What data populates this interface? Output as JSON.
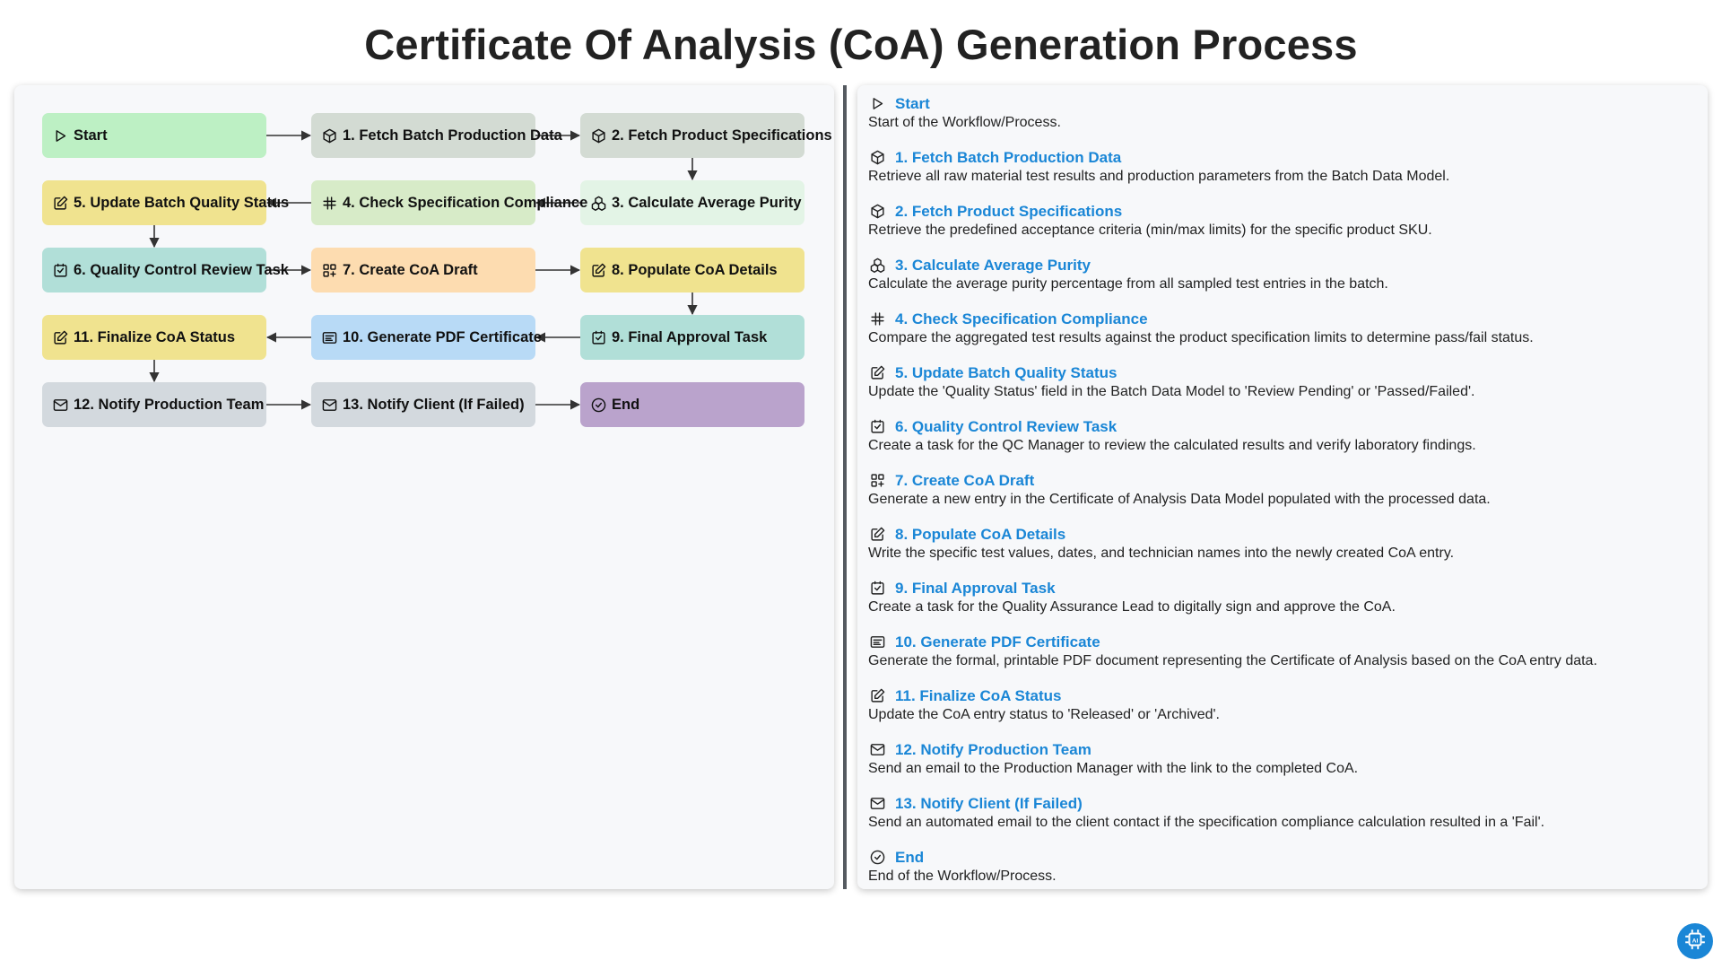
{
  "title": "Certificate Of Analysis (CoA) Generation Process",
  "colors": {
    "green": "#bdf0c4",
    "sage": "#d3dbd3",
    "mint": "#e3f4e6",
    "yellow": "#f0e38f",
    "teal": "#b1dfd8",
    "peach": "#fddcb0",
    "blue": "#b8daf6",
    "gray": "#d3d9de",
    "purple": "#baa3cc",
    "link": "#1a86d6"
  },
  "nodes": [
    {
      "label": "Start",
      "icon": "play-icon",
      "color": "#bdf0c4"
    },
    {
      "label": "1. Fetch Batch Production Data",
      "icon": "cube-icon",
      "color": "#d3dbd3"
    },
    {
      "label": "2. Fetch Product Specifications",
      "icon": "cube-icon",
      "color": "#d3dbd3"
    },
    {
      "label": "3. Calculate Average Purity",
      "icon": "cubes-icon",
      "color": "#e3f4e6"
    },
    {
      "label": "4. Check Specification Compliance",
      "icon": "hash-icon",
      "color": "#d7ebc8"
    },
    {
      "label": "5. Update Batch Quality Status",
      "icon": "edit-icon",
      "color": "#f0e38f"
    },
    {
      "label": "6. Quality Control Review Task",
      "icon": "checkbox-icon",
      "color": "#b1dfd8"
    },
    {
      "label": "7. Create CoA Draft",
      "icon": "grid-add-icon",
      "color": "#fddcb0"
    },
    {
      "label": "8. Populate CoA Details",
      "icon": "edit-icon",
      "color": "#f0e38f"
    },
    {
      "label": "9. Final Approval Task",
      "icon": "checkbox-icon",
      "color": "#b1dfd8"
    },
    {
      "label": "10. Generate PDF Certificate",
      "icon": "document-icon",
      "color": "#b8daf6"
    },
    {
      "label": "11. Finalize CoA Status",
      "icon": "edit-icon",
      "color": "#f0e38f"
    },
    {
      "label": "12. Notify Production Team",
      "icon": "mail-icon",
      "color": "#d3d9de"
    },
    {
      "label": "13. Notify Client (If Failed)",
      "icon": "mail-icon",
      "color": "#d3d9de"
    },
    {
      "label": "End",
      "icon": "check-circle-icon",
      "color": "#baa3cc"
    }
  ],
  "steps": [
    {
      "title": "Start",
      "icon": "play-icon",
      "desc": "Start of the Workflow/Process."
    },
    {
      "title": "1. Fetch Batch Production Data",
      "icon": "cube-icon",
      "desc": "Retrieve all raw material test results and production parameters from the Batch Data Model."
    },
    {
      "title": "2. Fetch Product Specifications",
      "icon": "cube-icon",
      "desc": "Retrieve the predefined acceptance criteria (min/max limits) for the specific product SKU."
    },
    {
      "title": "3. Calculate Average Purity",
      "icon": "cubes-icon",
      "desc": "Calculate the average purity percentage from all sampled test entries in the batch."
    },
    {
      "title": "4. Check Specification Compliance",
      "icon": "hash-icon",
      "desc": "Compare the aggregated test results against the product specification limits to determine pass/fail status."
    },
    {
      "title": "5. Update Batch Quality Status",
      "icon": "edit-icon",
      "desc": "Update the 'Quality Status' field in the Batch Data Model to 'Review Pending' or 'Passed/Failed'."
    },
    {
      "title": "6. Quality Control Review Task",
      "icon": "checkbox-icon",
      "desc": "Create a task for the QC Manager to review the calculated results and verify laboratory findings."
    },
    {
      "title": "7. Create CoA Draft",
      "icon": "grid-add-icon",
      "desc": "Generate a new entry in the Certificate of Analysis Data Model populated with the processed data."
    },
    {
      "title": "8. Populate CoA Details",
      "icon": "edit-icon",
      "desc": "Write the specific test values, dates, and technician names into the newly created CoA entry."
    },
    {
      "title": "9. Final Approval Task",
      "icon": "checkbox-icon",
      "desc": "Create a task for the Quality Assurance Lead to digitally sign and approve the CoA."
    },
    {
      "title": "10. Generate PDF Certificate",
      "icon": "document-icon",
      "desc": "Generate the formal, printable PDF document representing the Certificate of Analysis based on the CoA entry data."
    },
    {
      "title": "11. Finalize CoA Status",
      "icon": "edit-icon",
      "desc": "Update the CoA entry status to 'Released' or 'Archived'."
    },
    {
      "title": "12. Notify Production Team",
      "icon": "mail-icon",
      "desc": "Send an email to the Production Manager with the link to the completed CoA."
    },
    {
      "title": "13. Notify Client (If Failed)",
      "icon": "mail-icon",
      "desc": "Send an automated email to the client contact if the specification compliance calculation resulted in a 'Fail'."
    },
    {
      "title": "End",
      "icon": "check-circle-icon",
      "desc": "End of the Workflow/Process."
    }
  ],
  "badge_icon": "ai-chip-icon"
}
